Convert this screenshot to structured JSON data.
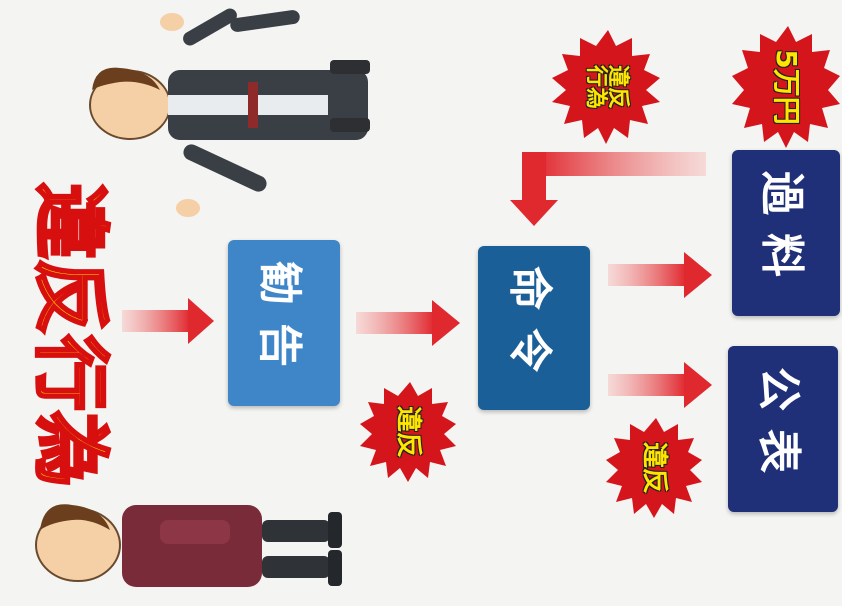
{
  "title": "違反行為",
  "boxes": {
    "kankoku": "勧告",
    "meirei": "命令",
    "kouhyou": "公表",
    "karyou": "過料"
  },
  "bursts": {
    "ihan_left": "違反",
    "ihan_right": "違反",
    "ihan_kouui": "違反行為",
    "fine": "5万円"
  },
  "colors": {
    "box_light": "#3f86c8",
    "box_mid": "#1b5f98",
    "box_dark": "#1f2f78",
    "title_fill": "#ffe600",
    "title_outline": "#d80f0f",
    "burst": "#d4161c",
    "arrow": "#e0282f"
  }
}
